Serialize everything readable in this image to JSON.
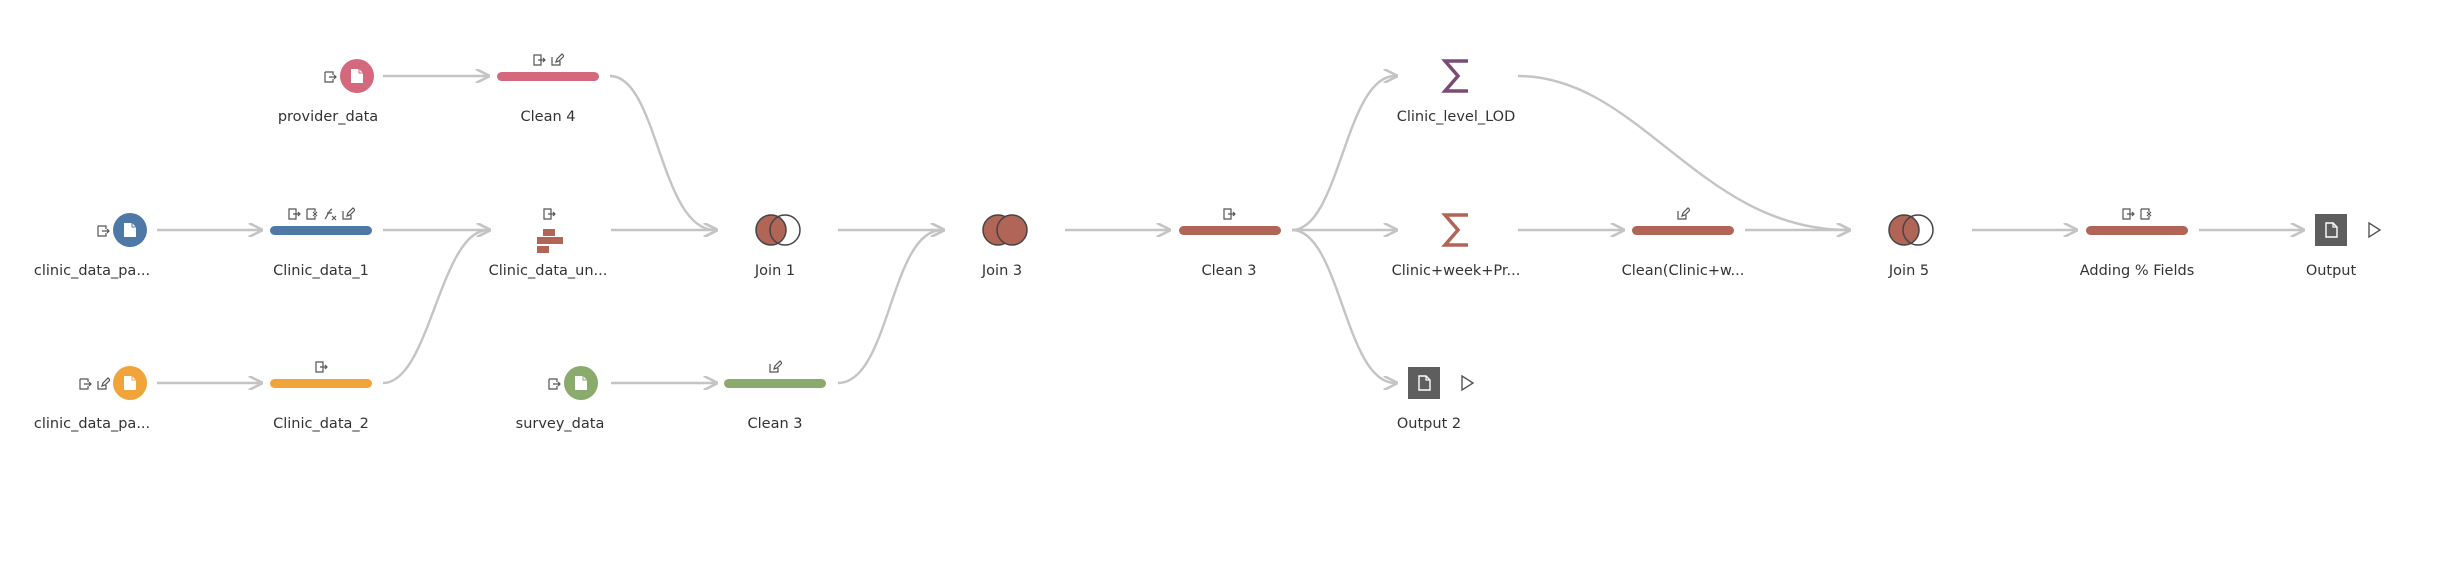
{
  "colors": {
    "edge": "#c4c4c4",
    "blue": "#4e79a7",
    "orange": "#f0a43a",
    "pink": "#d4697d",
    "green": "#8aab6b",
    "rust": "#b06557",
    "purple": "#7b4c73",
    "output": "#5e5e5e"
  },
  "nodes": {
    "provider_data": {
      "label": "provider_data",
      "icons": [
        "input-icon"
      ]
    },
    "clinic_data_pa_1": {
      "label": "clinic_data_pa...",
      "icons": [
        "input-icon"
      ]
    },
    "clinic_data_pa_2": {
      "label": "clinic_data_pa...",
      "icons": [
        "input-icon",
        "edit-icon"
      ]
    },
    "survey_data": {
      "label": "survey_data",
      "icons": [
        "input-icon"
      ]
    },
    "clean_4": {
      "label": "Clean 4",
      "icons": [
        "filter-icon",
        "edit-icon"
      ]
    },
    "clinic_data_1": {
      "label": "Clinic_data_1",
      "icons": [
        "filter-icon",
        "remove-icon",
        "calc-icon",
        "edit-icon"
      ]
    },
    "clinic_data_2": {
      "label": "Clinic_data_2",
      "icons": [
        "filter-icon"
      ]
    },
    "clean_3_green": {
      "label": "Clean 3",
      "icons": [
        "edit-icon"
      ]
    },
    "clinic_data_union": {
      "label": "Clinic_data_un...",
      "icons": [
        "filter-icon"
      ]
    },
    "join_1": {
      "label": "Join 1"
    },
    "join_3": {
      "label": "Join 3"
    },
    "clean_3_rust": {
      "label": "Clean 3",
      "icons": [
        "filter-icon"
      ]
    },
    "clinic_level_lod": {
      "label": "Clinic_level_LOD"
    },
    "clinic_week_pr": {
      "label": "Clinic+week+Pr..."
    },
    "output_2": {
      "label": "Output 2"
    },
    "clean_clinic_w": {
      "label": "Clean(Clinic+w...",
      "icons": [
        "edit-icon"
      ]
    },
    "join_5": {
      "label": "Join 5"
    },
    "adding_fields": {
      "label": "Adding % Fields",
      "icons": [
        "filter-icon",
        "remove-icon"
      ]
    },
    "output": {
      "label": "Output"
    }
  }
}
